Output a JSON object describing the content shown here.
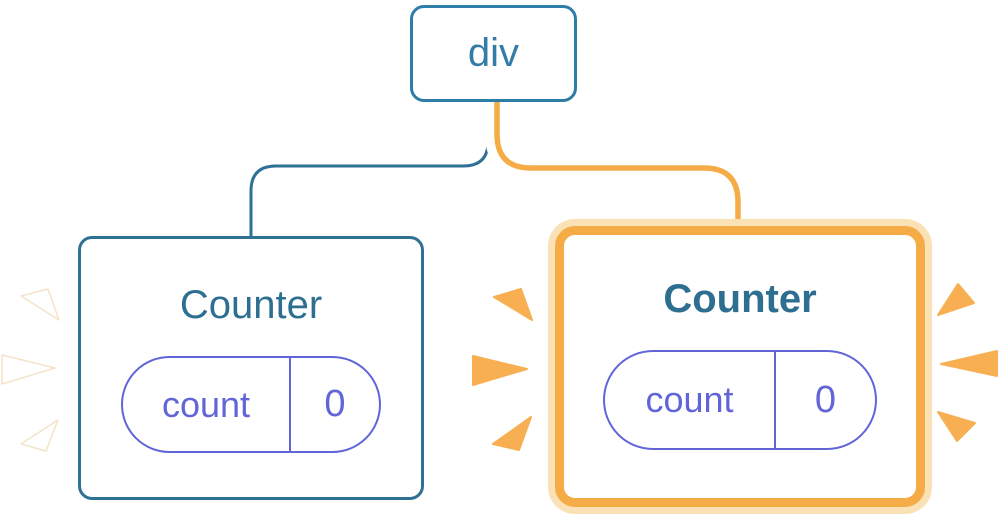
{
  "colors": {
    "node_border_blue": "#2E7DA6",
    "counter_border_blue": "#2F7095",
    "title_blue": "#2E6F91",
    "div_text_blue": "#337CA8",
    "wire_blue": "#2F7195",
    "wire_orange": "#F5AC47",
    "highlight_border_orange": "#F5AC47",
    "highlight_outer_peach": "#FAE1B6",
    "spark_orange": "#F7AF52",
    "spark_white": "#FFFFFF",
    "state_pill_indigo": "#6165D8"
  },
  "tree": {
    "root": {
      "label": "div"
    },
    "children": [
      {
        "label": "Counter",
        "highlighted": false,
        "state": [
          {
            "key": "count",
            "value": "0"
          }
        ]
      },
      {
        "label": "Counter",
        "highlighted": true,
        "state": [
          {
            "key": "count",
            "value": "0"
          }
        ]
      }
    ]
  }
}
